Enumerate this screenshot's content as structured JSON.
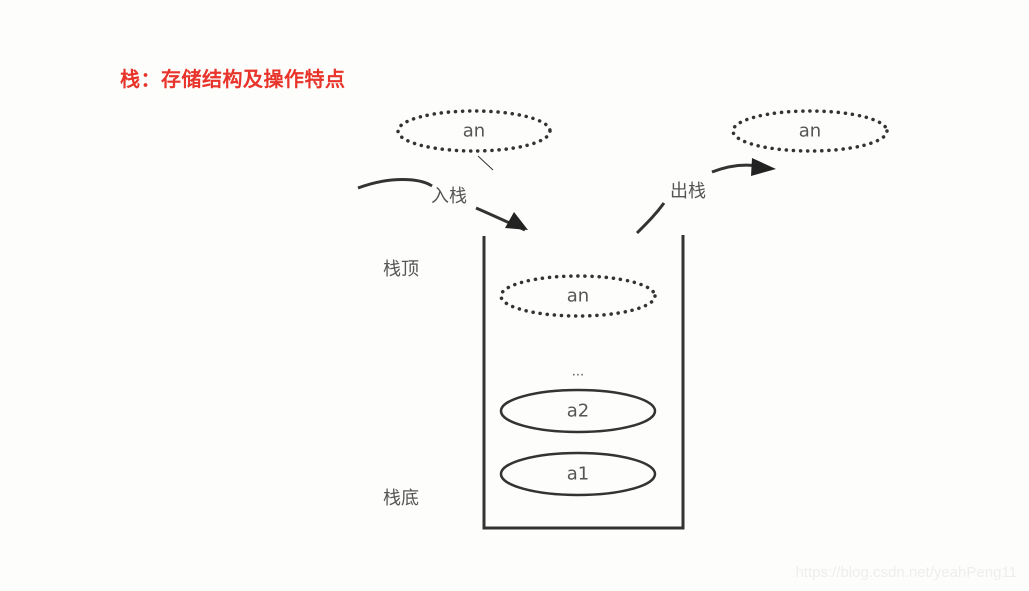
{
  "title": "栈：存储结构及操作特点",
  "colors": {
    "title": "#e8342a",
    "line": "#333333",
    "text": "#555555",
    "background": "#fdfefc"
  },
  "labels": {
    "push": "入栈",
    "pop": "出栈",
    "top": "栈顶",
    "bottom": "栈底"
  },
  "nodes": {
    "incoming": "an",
    "outgoing": "an",
    "stack_top": "an",
    "ellipsis": "...",
    "a2": "a2",
    "a1": "a1"
  },
  "watermark": "https://blog.csdn.net/yeahPeng11"
}
